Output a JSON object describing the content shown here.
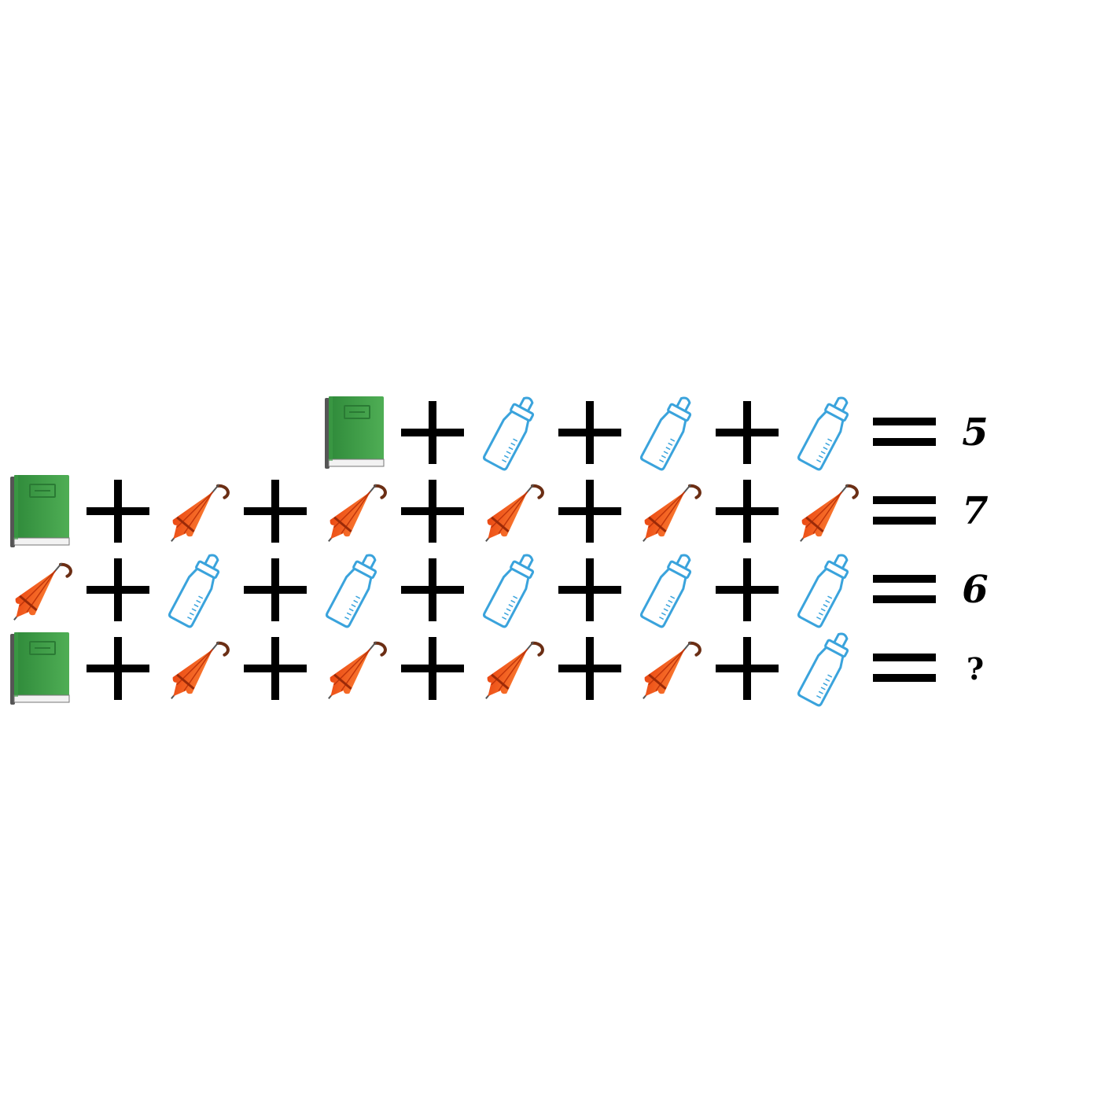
{
  "icons": {
    "book": "green-book-icon",
    "umbrella": "closed-umbrella-icon",
    "bottle": "baby-bottle-icon"
  },
  "colors": {
    "book": "#3f9e48",
    "umbrella": "#f25a1c",
    "bottle": "#3aa3dc",
    "operator": "#000000"
  },
  "equations": [
    {
      "terms": [
        "book",
        "bottle",
        "bottle",
        "bottle"
      ],
      "result": "5"
    },
    {
      "terms": [
        "book",
        "umbrella",
        "umbrella",
        "umbrella",
        "umbrella",
        "umbrella"
      ],
      "result": "7"
    },
    {
      "terms": [
        "umbrella",
        "bottle",
        "bottle",
        "bottle",
        "bottle",
        "bottle"
      ],
      "result": "6"
    },
    {
      "terms": [
        "book",
        "umbrella",
        "umbrella",
        "umbrella",
        "umbrella",
        "bottle"
      ],
      "result": "?"
    }
  ]
}
